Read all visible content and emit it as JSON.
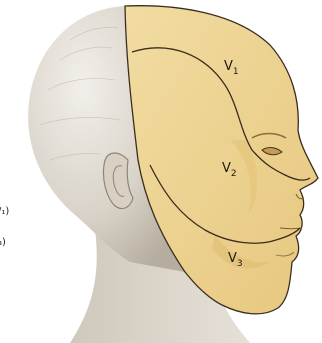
{
  "colors": {
    "background": "#ffffff",
    "skin_base": "#dcd7cf",
    "skin_shadow": "#b9b2a6",
    "skin_highlight": "#efece6",
    "face_fill": "#f0d99a",
    "face_shadow": "#e3c47a",
    "outline": "#3b2d1e"
  },
  "diagram": {
    "regions": [
      {
        "main": "V",
        "sub": "1"
      },
      {
        "main": "V",
        "sub": "2"
      },
      {
        "main": "V",
        "sub": "3"
      }
    ],
    "cut_labels": [
      {
        "text": "/₁)"
      },
      {
        "text": "₃)"
      }
    ]
  }
}
